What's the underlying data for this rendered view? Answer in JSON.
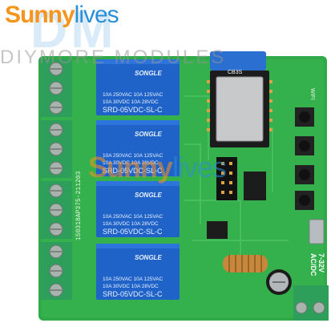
{
  "watermark": {
    "brand_sunny": "Sunny",
    "brand_lives": "lives",
    "dm_mark": "DM",
    "diymore": "DIYMORE MODULES"
  },
  "module": {
    "chip_label": "CB3S",
    "board_id": "150318AP375-211203",
    "wifi_label": "WIFI",
    "power_label_1": "AC/DC",
    "power_label_2": "7-32V",
    "relays": [
      {
        "brand": "SONGLE",
        "rating_1": "10A 250VAC  10A 125VAC",
        "rating_2": "10A  30VDC  10A  28VDC",
        "model": "SRD-05VDC-SL-C"
      },
      {
        "brand": "SONGLE",
        "rating_1": "10A 250VAC  10A 125VAC",
        "rating_2": "10A  30VDC  10A  28VDC",
        "model": "SRD-05VDC-SL-C"
      },
      {
        "brand": "SONGLE",
        "rating_1": "10A 250VAC  10A 125VAC",
        "rating_2": "10A  30VDC  10A  28VDC",
        "model": "SRD-05VDC-SL-C"
      },
      {
        "brand": "SONGLE",
        "rating_1": "10A 250VAC  10A 125VAC",
        "rating_2": "10A  30VDC  10A  28VDC",
        "model": "SRD-05VDC-SL-C"
      }
    ]
  },
  "colors": {
    "pcb_green": "#2faa47",
    "relay_blue": "#1f63c9",
    "terminal_green": "#2e9e5b",
    "wifi_blue": "#2b6fd1"
  }
}
